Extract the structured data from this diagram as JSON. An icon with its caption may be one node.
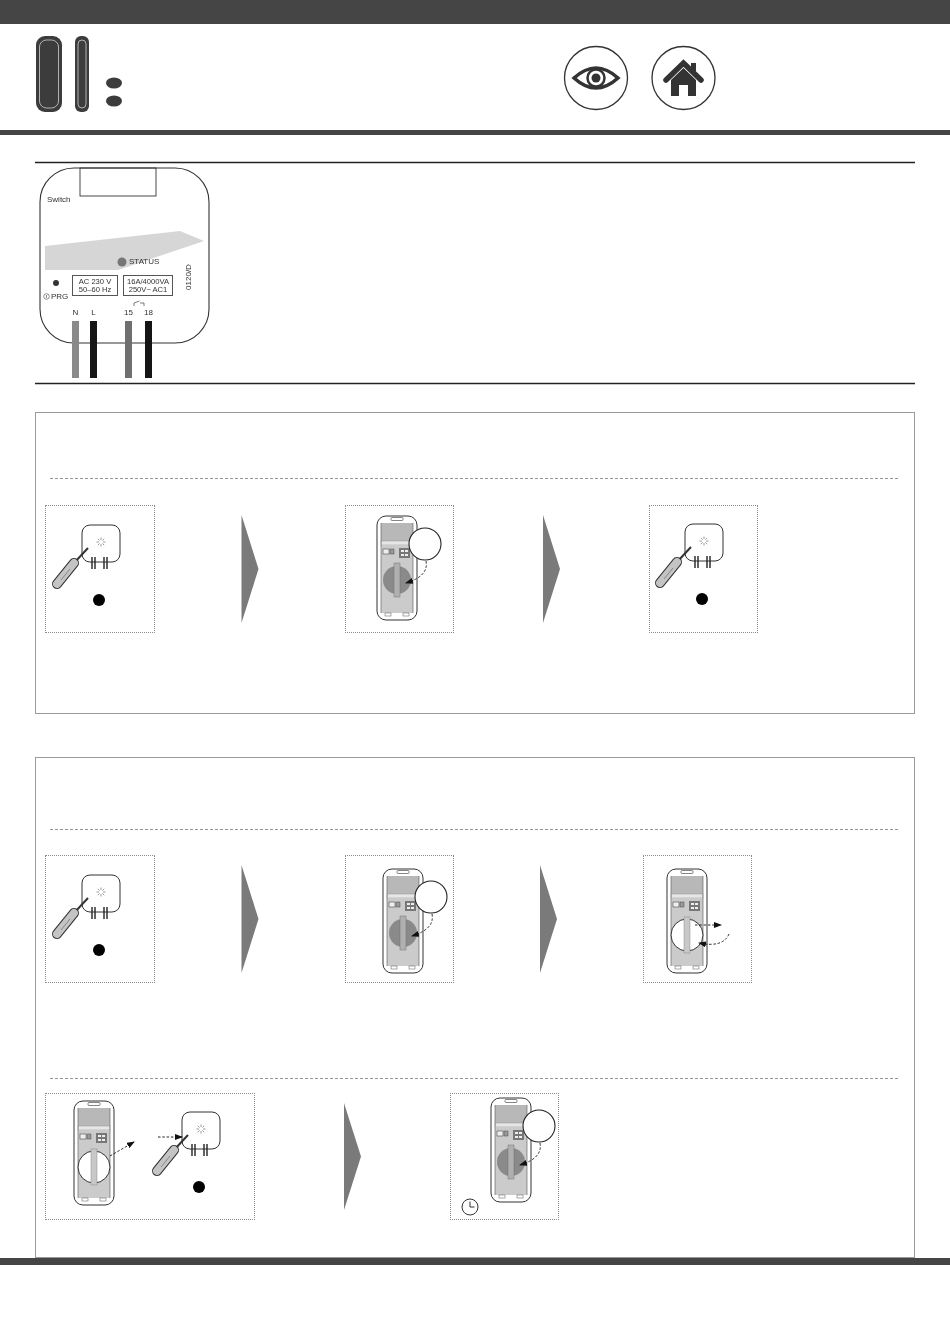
{
  "diagram": {
    "nodes": [
      {
        "text": [],
        "shape": "box"
      },
      {
        "text": [],
        "shape": "picture",
        "in": 0
      },
      {
        "text": [],
        "shape": "picture",
        "in": 0
      },
      {
        "text": [],
        "shape": "picture",
        "in": 0
      },
      {
        "text": [],
        "shape": "box"
      },
      {
        "text": [],
        "shape": "picture",
        "in": 4
      },
      {
        "text": [],
        "shape": "picture",
        "in": 4
      },
      {
        "text": [],
        "shape": "picture",
        "in": 4
      },
      {
        "text": [],
        "shape": "picture",
        "in": 4
      },
      {
        "text": [],
        "shape": "picture",
        "in": 4
      }
    ],
    "edges": [
      {
        "from": 1,
        "to": 2,
        "arrow": "to"
      },
      {
        "from": 2,
        "to": 3,
        "arrow": "to"
      },
      {
        "from": 5,
        "to": 6,
        "arrow": "to"
      },
      {
        "from": 6,
        "to": 7,
        "arrow": "to"
      },
      {
        "from": 8,
        "to": 9,
        "arrow": "to"
      }
    ],
    "labels": [
      "Switch",
      "STATUS",
      "AC 230 V 50–60 Hz",
      "16A/4000VA 250V~ AC1",
      "0120/D",
      "PRG",
      "N",
      "L",
      "15",
      "18"
    ]
  }
}
